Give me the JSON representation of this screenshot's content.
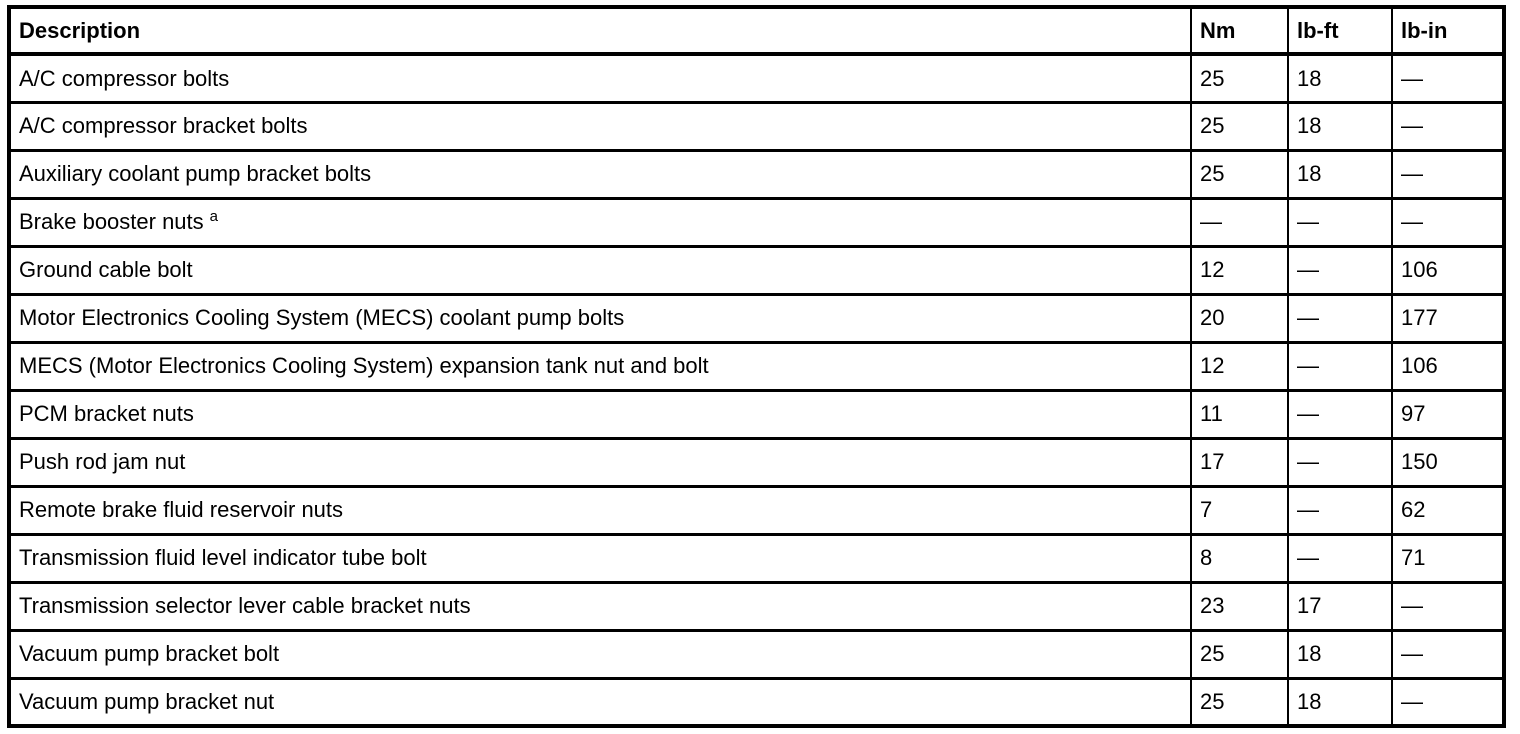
{
  "table": {
    "columns": [
      "Description",
      "Nm",
      "lb-ft",
      "lb-in"
    ],
    "rows": [
      {
        "description": "A/C compressor bolts",
        "note": "",
        "nm": "25",
        "lbft": "18",
        "lbin": "—"
      },
      {
        "description": "A/C compressor bracket bolts",
        "note": "",
        "nm": "25",
        "lbft": "18",
        "lbin": "—"
      },
      {
        "description": "Auxiliary coolant pump bracket bolts",
        "note": "",
        "nm": "25",
        "lbft": "18",
        "lbin": "—"
      },
      {
        "description": "Brake booster nuts",
        "note": "a",
        "nm": "—",
        "lbft": "—",
        "lbin": "—"
      },
      {
        "description": "Ground cable bolt",
        "note": "",
        "nm": "12",
        "lbft": "—",
        "lbin": "106"
      },
      {
        "description": "Motor Electronics Cooling System (MECS) coolant pump bolts",
        "note": "",
        "nm": "20",
        "lbft": "—",
        "lbin": "177"
      },
      {
        "description": "MECS (Motor Electronics Cooling System) expansion tank nut and bolt",
        "note": "",
        "nm": "12",
        "lbft": "—",
        "lbin": "106"
      },
      {
        "description": "PCM bracket nuts",
        "note": "",
        "nm": "11",
        "lbft": "—",
        "lbin": "97"
      },
      {
        "description": "Push rod jam nut",
        "note": "",
        "nm": "17",
        "lbft": "—",
        "lbin": "150"
      },
      {
        "description": "Remote brake fluid reservoir nuts",
        "note": "",
        "nm": "7",
        "lbft": "—",
        "lbin": "62"
      },
      {
        "description": "Transmission fluid level indicator tube bolt",
        "note": "",
        "nm": "8",
        "lbft": "—",
        "lbin": "71"
      },
      {
        "description": "Transmission selector lever cable bracket nuts",
        "note": "",
        "nm": "23",
        "lbft": "17",
        "lbin": "—"
      },
      {
        "description": "Vacuum pump bracket bolt",
        "note": "",
        "nm": "25",
        "lbft": "18",
        "lbin": "—"
      },
      {
        "description": "Vacuum pump bracket nut",
        "note": "",
        "nm": "25",
        "lbft": "18",
        "lbin": "—"
      }
    ]
  },
  "colors": {
    "background": "#ffffff",
    "border": "#000000",
    "text": "#000000"
  }
}
